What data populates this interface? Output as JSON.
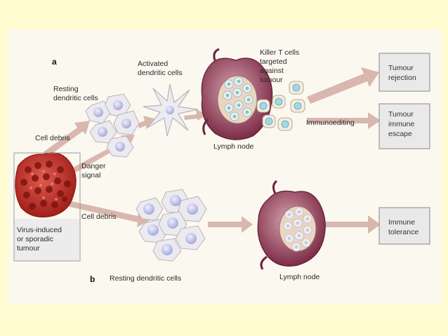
{
  "diagram": {
    "panel_a_label": "a",
    "panel_b_label": "b",
    "labels": {
      "resting_dc_a": [
        "Resting",
        "dendritic cells"
      ],
      "activated_dc": [
        "Activated",
        "dendritic cells"
      ],
      "killer_t": [
        "Killer T cells",
        "targeted",
        "against",
        "tumour"
      ],
      "lymph_node_a": "Lymph node",
      "immunoediting": "Immunoediting",
      "cell_debris_a": "Cell debris",
      "danger_signal": [
        "Danger",
        "signal"
      ],
      "cell_debris_b": "Cell debris",
      "resting_dc_b": "Resting dendritic cells",
      "lymph_node_b": "Lymph node"
    },
    "outcomes": {
      "tumour_rejection": [
        "Tumour",
        "rejection"
      ],
      "tumour_escape": [
        "Tumour",
        "immune",
        "escape"
      ],
      "immune_tolerance": [
        "Immune",
        "tolerance"
      ]
    },
    "tumour_box": [
      "Virus-induced",
      "or sporadic",
      "tumour"
    ]
  },
  "colors": {
    "slide_bg": "#fffdd1",
    "panel_bg": "#fbf8ef",
    "arrow": "#d8b6ad",
    "tumour": "#c8382e",
    "lymph": "#8e3550",
    "cell": "#e4e2e6",
    "nucleus": "#b8bce4",
    "t_cell": "#a7dbe4",
    "box_fill": "#e9e9e9"
  }
}
